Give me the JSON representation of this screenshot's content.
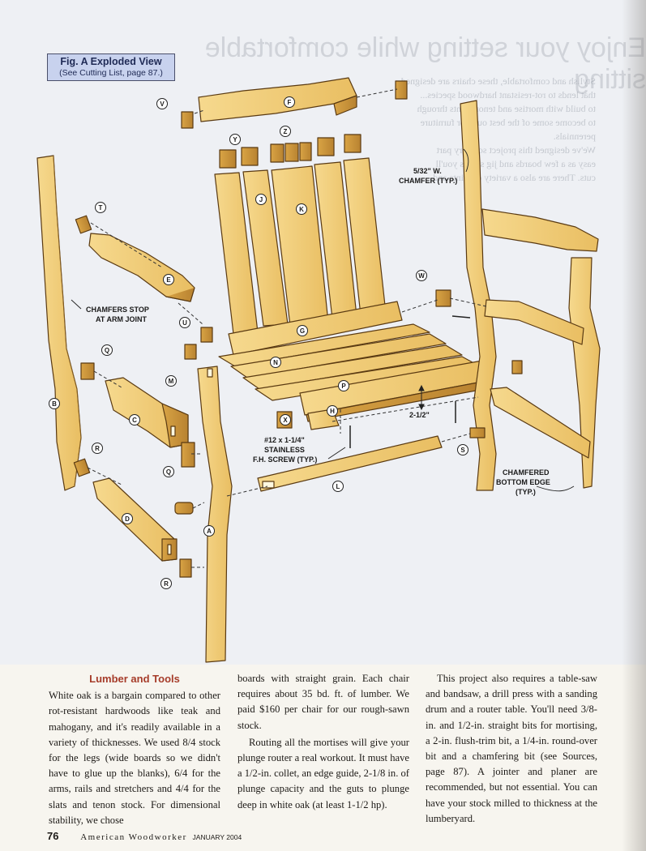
{
  "figure": {
    "title": "Fig. A  Exploded View",
    "subtitle": "(See Cutting List, page 87.)"
  },
  "ghost": {
    "title": "Enjoy your setting while comfortable sitting",
    "lines": [
      "Stylish and comfortable, these chairs are designed",
      "that lends to rot-resistant hardwood species...",
      "to build with mortise and tenon joints through",
      "to become some of the best outdoor furniture",
      "perennials.",
      "We've designed this project so every part",
      "easy as a few boards and jig setups you'll",
      "cuts. There are also a variety of joints and"
    ]
  },
  "callouts": {
    "chamfer_top": [
      "5/32\" W.",
      "CHAMFER (TYP.)"
    ],
    "chamfers_stop": [
      "CHAMFERS STOP",
      "AT ARM JOINT"
    ],
    "screw": [
      "#12 x 1-1/4\"",
      "STAINLESS",
      "F.H. SCREW (TYP.)"
    ],
    "gap": "2-1/2\"",
    "bottom_edge": [
      "CHAMFERED",
      "BOTTOM EDGE",
      "(TYP.)"
    ]
  },
  "parts": {
    "A": "A",
    "B": "B",
    "C": "C",
    "D": "D",
    "E": "E",
    "F": "F",
    "G": "G",
    "H": "H",
    "J": "J",
    "K": "K",
    "L": "L",
    "M": "M",
    "N": "N",
    "P": "P",
    "Q": "Q",
    "R": "R",
    "S": "S",
    "T": "T",
    "U": "U",
    "V": "V",
    "W": "W",
    "X": "X",
    "Y": "Y",
    "Z": "Z"
  },
  "article": {
    "heading": "Lumber and Tools",
    "col1": "White oak is a bargain compared to other rot-resistant hardwoods like teak and mahogany, and it's readily available in a variety of thicknesses. We used 8/4 stock for the legs (wide boards so we didn't have to glue up the blanks), 6/4 for the arms, rails and stretchers and 4/4 for the slats and tenon stock. For dimensional stability, we chose",
    "col2a": "boards with straight grain. Each chair requires about 35 bd. ft. of lumber. We paid $160 per chair for our rough-sawn stock.",
    "col2b": "Routing all the mortises will give your plunge router a real workout. It must have a 1/2-in. collet, an edge guide, 2-1/8 in. of plunge capacity and the guts to plunge deep in white oak (at least 1-1/2 hp).",
    "col3": "This project also requires a table-saw and bandsaw, a drill press with a sanding drum and a router table. You'll need 3/8-in. and 1/2-in. straight bits for mortising, a 2-in. flush-trim bit, a 1/4-in. round-over bit and a chamfering bit (see Sources, page 87). A jointer and planer are recommended, but not essential. You can have your stock milled to thickness at the lumberyard."
  },
  "footer": {
    "page": "76",
    "magazine": "American Woodworker",
    "issue": "JANUARY 2004"
  },
  "colors": {
    "wood": "#f2cf7c",
    "wood_dark": "#c8953a",
    "outline": "#5a3a12",
    "heading": "#a63c2a",
    "label_bg": "#c8d2ee"
  }
}
